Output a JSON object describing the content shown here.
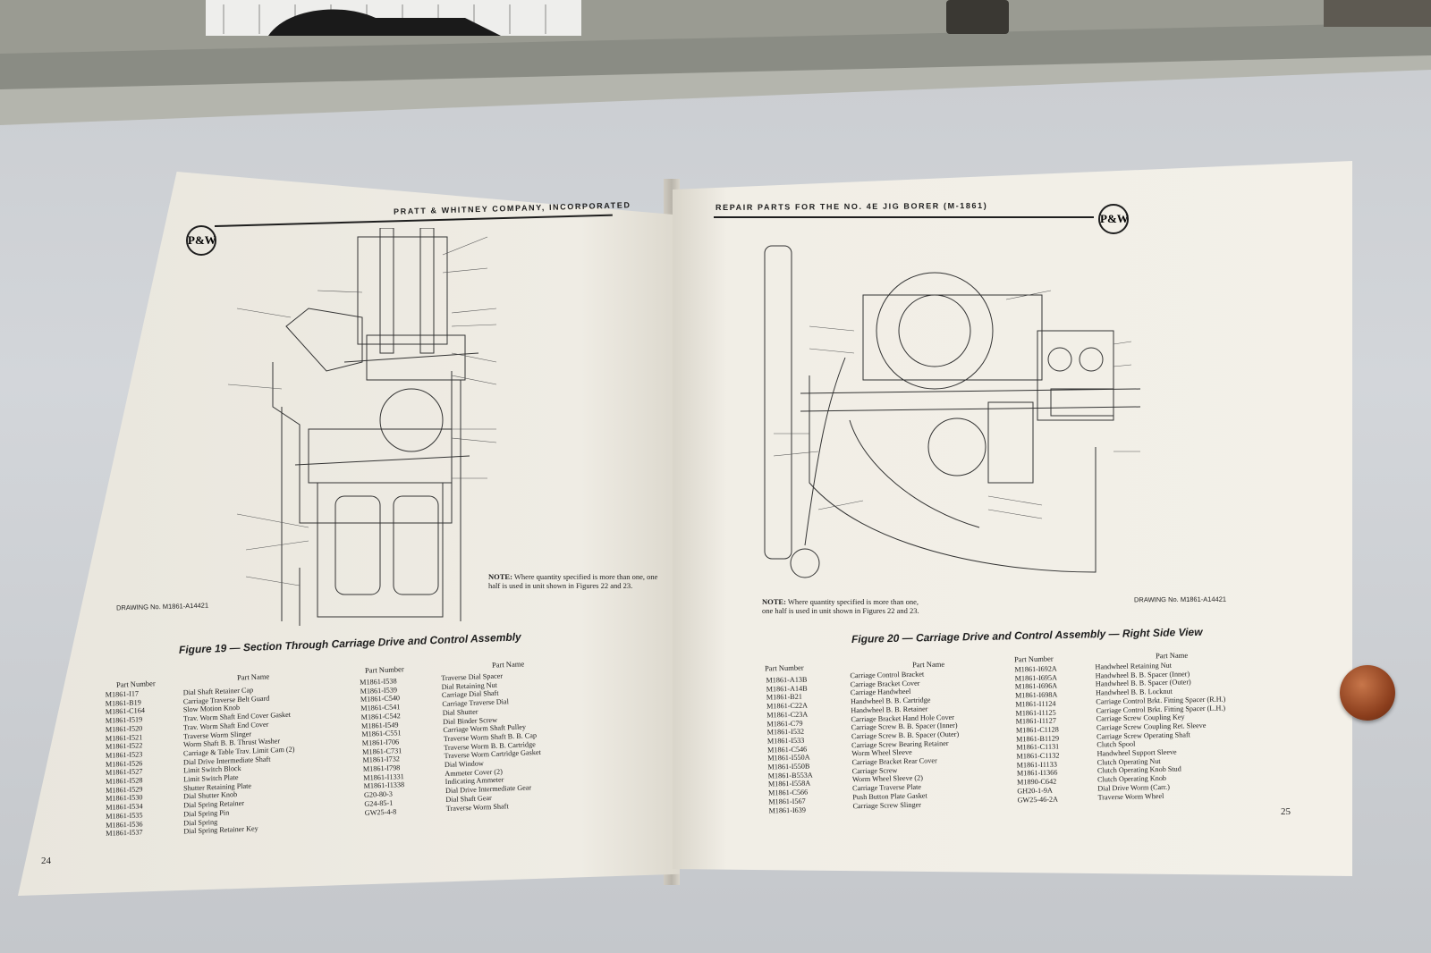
{
  "left_page": {
    "header": "PRATT & WHITNEY COMPANY, INCORPORATED",
    "logo": "P&W",
    "drawing_no": "DRAWING No. M1861-A14421",
    "note_label": "NOTE:",
    "note_text": "Where quantity specified is more than one, one half is used in unit shown in Figures 22 and 23.",
    "caption": "Figure 19 — Section Through Carriage Drive and Control Assembly",
    "table_headers": {
      "part_number": "Part Number",
      "part_name": "Part Name"
    },
    "parts_col1": [
      [
        "M1861-I17",
        "Dial Shaft Retainer Cap"
      ],
      [
        "M1861-B19",
        "Carriage Traverse Belt Guard"
      ],
      [
        "M1861-C164",
        "Slow Motion Knob"
      ],
      [
        "M1861-I519",
        "Trav. Worm Shaft End Cover Gasket"
      ],
      [
        "M1861-I520",
        "Trav. Worm Shaft End Cover"
      ],
      [
        "M1861-I521",
        "Traverse Worm Slinger"
      ],
      [
        "M1861-I522",
        "Worm Shaft B. B. Thrust Washer"
      ],
      [
        "M1861-I523",
        "Carriage & Table Trav. Limit Cam (2)"
      ],
      [
        "M1861-I526",
        "Dial Drive Intermediate Shaft"
      ],
      [
        "M1861-I527",
        "Limit Switch Block"
      ],
      [
        "M1861-I528",
        "Limit Switch Plate"
      ],
      [
        "M1861-I529",
        "Shutter Retaining Plate"
      ],
      [
        "M1861-I530",
        "Dial Shutter Knob"
      ],
      [
        "M1861-I534",
        "Dial Spring Retainer"
      ],
      [
        "M1861-I535",
        "Dial Spring Pin"
      ],
      [
        "M1861-I536",
        "Dial Spring"
      ],
      [
        "M1861-I537",
        "Dial Spring Retainer Key"
      ]
    ],
    "parts_col2": [
      [
        "M1861-I538",
        "Traverse Dial Spacer"
      ],
      [
        "M1861-I539",
        "Dial Retaining Nut"
      ],
      [
        "M1861-C540",
        "Carriage Dial Shaft"
      ],
      [
        "M1861-C541",
        "Carriage Traverse Dial"
      ],
      [
        "M1861-C542",
        "Dial Shutter"
      ],
      [
        "M1861-I549",
        "Dial Binder Screw"
      ],
      [
        "M1861-C551",
        "Carriage Worm Shaft Pulley"
      ],
      [
        "M1861-I706",
        "Traverse Worm Shaft B. B. Cap"
      ],
      [
        "M1861-C731",
        "Traverse Worm B. B. Cartridge"
      ],
      [
        "M1861-I732",
        "Traverse Worm Cartridge Gasket"
      ],
      [
        "M1861-I798",
        "Dial Window"
      ],
      [
        "M1861-I1331",
        "Ammeter Cover (2)"
      ],
      [
        "M1861-I1338",
        "Indicating Ammeter"
      ],
      [
        "G20-80-3",
        "Dial Drive Intermediate Gear"
      ],
      [
        "G24-85-1",
        "Dial Shaft Gear"
      ],
      [
        "GW25-4-8",
        "Traverse Worm Shaft"
      ]
    ],
    "page_number": "24"
  },
  "right_page": {
    "header": "REPAIR PARTS FOR THE NO. 4E JIG BORER (M-1861)",
    "logo": "P&W",
    "drawing_no": "DRAWING No. M1861-A14421",
    "note_label": "NOTE:",
    "note_text": "Where quantity specified is more than one, one half is used in unit shown in Figures 22 and 23.",
    "caption": "Figure 20 — Carriage Drive and Control Assembly — Right Side View",
    "table_headers": {
      "part_number": "Part Number",
      "part_name": "Part Name"
    },
    "parts_col1": [
      [
        "M1861-A13B",
        "Carriage Control Bracket"
      ],
      [
        "M1861-A14B",
        "Carriage Bracket Cover"
      ],
      [
        "M1861-B21",
        "Carriage Handwheel"
      ],
      [
        "M1861-C22A",
        "Handwheel B. B. Cartridge"
      ],
      [
        "M1861-C23A",
        "Handwheel B. B. Retainer"
      ],
      [
        "M1861-C79",
        "Carriage Bracket Hand Hole Cover"
      ],
      [
        "M1861-I532",
        "Carriage Screw B. B. Spacer (Inner)"
      ],
      [
        "M1861-I533",
        "Carriage Screw B. B. Spacer (Outer)"
      ],
      [
        "M1861-C546",
        "Carriage Screw Bearing Retainer"
      ],
      [
        "M1861-I550A",
        "Worm Wheel Sleeve"
      ],
      [
        "M1861-I550B",
        "Carriage Bracket Rear Cover"
      ],
      [
        "M1861-B553A",
        "Carriage Screw"
      ],
      [
        "M1861-I558A",
        "Worm Wheel Sleeve (2)"
      ],
      [
        "M1861-C566",
        "Carriage Traverse Plate"
      ],
      [
        "M1861-I567",
        "Push Button Plate Gasket"
      ],
      [
        "M1861-I639",
        "Carriage Screw Slinger"
      ]
    ],
    "parts_col2": [
      [
        "M1861-I692A",
        "Handwheel Retaining Nut"
      ],
      [
        "M1861-I695A",
        "Handwheel B. B. Spacer (Inner)"
      ],
      [
        "M1861-I696A",
        "Handwheel B. B. Spacer (Outer)"
      ],
      [
        "M1861-I698A",
        "Handwheel B. B. Locknut"
      ],
      [
        "M1861-I1124",
        "Carriage Control Brkt. Fitting Spacer (R.H.)"
      ],
      [
        "M1861-I1125",
        "Carriage Control Brkt. Fitting Spacer (L.H.)"
      ],
      [
        "M1861-I1127",
        "Carriage Screw Coupling Key"
      ],
      [
        "M1861-C1128",
        "Carriage Screw Coupling Ret. Sleeve"
      ],
      [
        "M1861-B1129",
        "Carriage Screw Operating Shaft"
      ],
      [
        "M1861-C1131",
        "Clutch Spool"
      ],
      [
        "M1861-C1132",
        "Handwheel Support Sleeve"
      ],
      [
        "M1861-I1133",
        "Clutch Operating Nut"
      ],
      [
        "M1861-I1366",
        "Clutch Operating Knob Stud"
      ],
      [
        "M1890-C642",
        "Clutch Operating Knob"
      ],
      [
        "GH20-1-9A",
        "Dial Drive Worm (Carr.)"
      ],
      [
        "GW25-46-2A",
        "Traverse Worm Wheel"
      ]
    ],
    "page_number": "25"
  }
}
